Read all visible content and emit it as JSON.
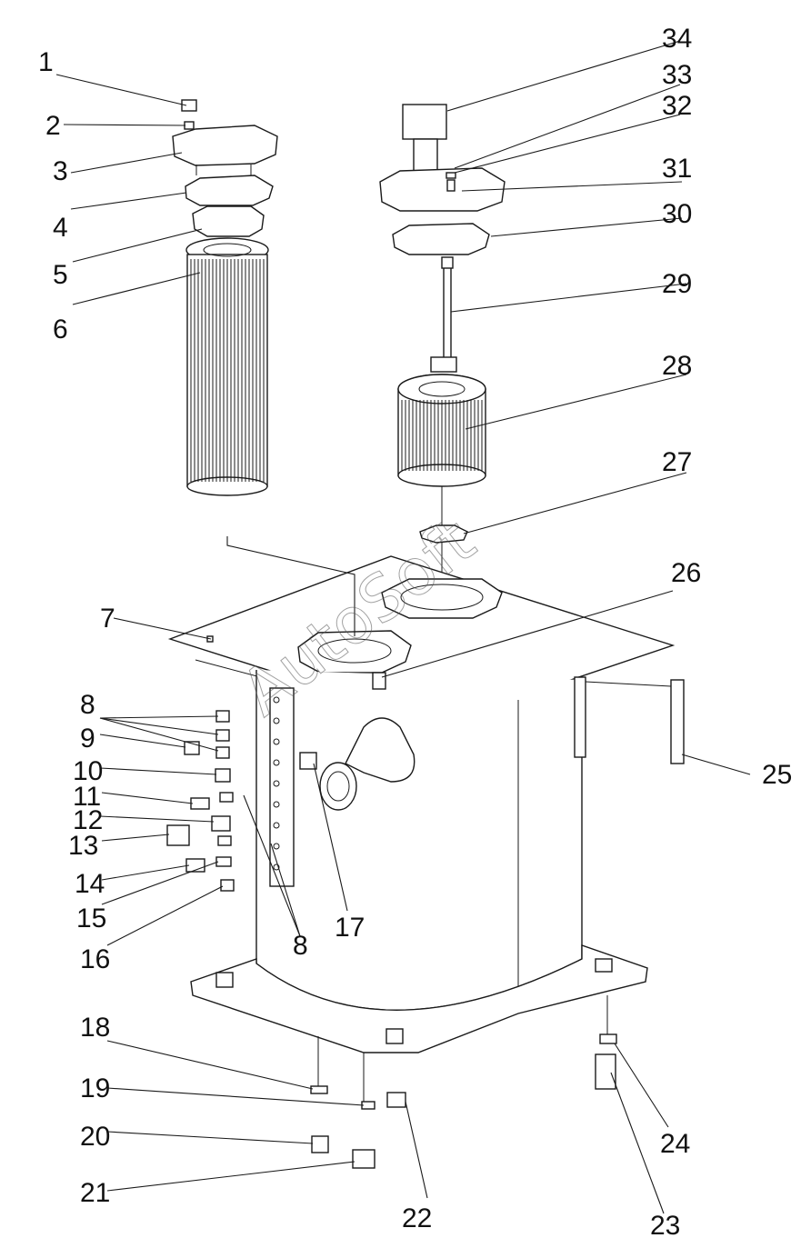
{
  "diagram": {
    "callouts": [
      "1",
      "2",
      "3",
      "4",
      "5",
      "6",
      "7",
      "8",
      "9",
      "10",
      "11",
      "12",
      "13",
      "14",
      "15",
      "16",
      "17",
      "8",
      "18",
      "19",
      "20",
      "21",
      "22",
      "23",
      "24",
      "25",
      "26",
      "27",
      "28",
      "29",
      "30",
      "31",
      "32",
      "33",
      "34"
    ],
    "watermark": "AutoSoft"
  },
  "colors": {
    "line": "#1a1a1a",
    "paper": "#ffffff",
    "watermark": "#555555"
  }
}
